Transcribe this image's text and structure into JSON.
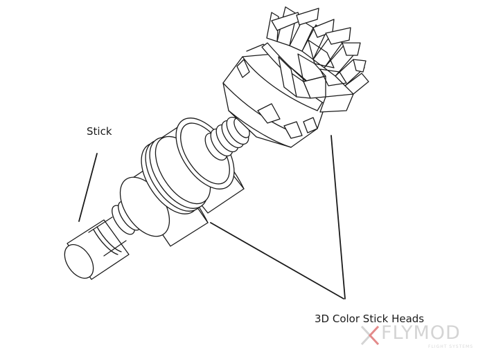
{
  "labels": {
    "stick": "Stick",
    "heads": "3D Color Stick Heads"
  },
  "watermark": {
    "brand": "FLYMOD",
    "tagline": "FLIGHT SYSTEMS",
    "accent_color": "#e38a8a"
  },
  "colors": {
    "stroke": "#1a1a1a",
    "fill": "#ffffff"
  }
}
